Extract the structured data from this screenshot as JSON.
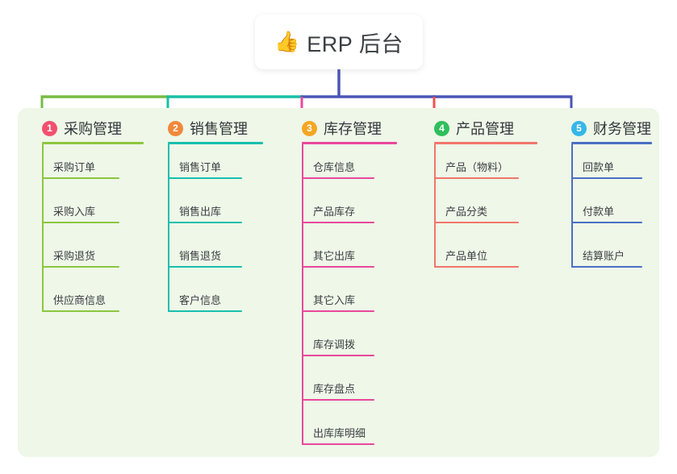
{
  "root": {
    "icon": "thumbs-up-icon",
    "emoji": "👍",
    "title": "ERP 后台"
  },
  "colors": {
    "panel_background": "#eef7e8",
    "page_background": "#ffffff",
    "card_background": "#ffffff",
    "text": "#33383b",
    "connector_green": "#76bc43",
    "connector_teal": "#17bfa5",
    "connector_blue": "#4a55b5",
    "connector_pink": "#e8489b",
    "connector_red": "#f2524f"
  },
  "branches": [
    {
      "number": "1",
      "title": "采购管理",
      "badge_color": "#f2506e",
      "line_color": "#8cc63f",
      "stub_color": "#76bc43",
      "items": [
        {
          "label": "采购订单"
        },
        {
          "label": "采购入库"
        },
        {
          "label": "采购退货"
        },
        {
          "label": "供应商信息"
        }
      ]
    },
    {
      "number": "2",
      "title": "销售管理",
      "badge_color": "#f0883a",
      "line_color": "#18bfae",
      "stub_color": "#17bfa5",
      "items": [
        {
          "label": "销售订单"
        },
        {
          "label": "销售出库"
        },
        {
          "label": "销售退货"
        },
        {
          "label": "客户信息"
        }
      ]
    },
    {
      "number": "3",
      "title": "库存管理",
      "badge_color": "#f5a623",
      "line_color": "#e8489b",
      "stub_color": "#e8489b",
      "items": [
        {
          "label": "仓库信息"
        },
        {
          "label": "产品库存"
        },
        {
          "label": "其它出库"
        },
        {
          "label": "其它入库"
        },
        {
          "label": "库存调拨"
        },
        {
          "label": "库存盘点"
        },
        {
          "label": "出库库明细"
        }
      ]
    },
    {
      "number": "4",
      "title": "产品管理",
      "badge_color": "#2fbf5c",
      "line_color": "#f2756b",
      "stub_color": "#f2524f",
      "items": [
        {
          "label": "产品（物料）"
        },
        {
          "label": "产品分类"
        },
        {
          "label": "产品单位"
        }
      ]
    },
    {
      "number": "5",
      "title": "财务管理",
      "badge_color": "#35b7e8",
      "line_color": "#4a6fc4",
      "stub_color": "#4a55b5",
      "items": [
        {
          "label": "回款单"
        },
        {
          "label": "付款单"
        },
        {
          "label": "结算账户"
        }
      ]
    }
  ]
}
